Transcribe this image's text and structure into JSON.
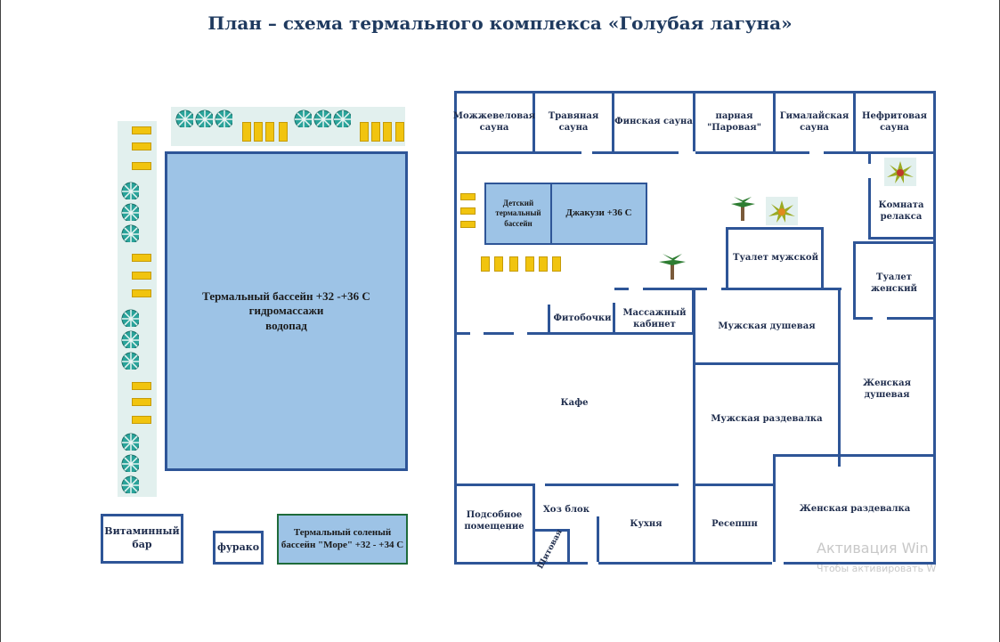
{
  "title": "План – схема термального комплекса «Голубая лагуна»",
  "outdoor": {
    "main_pool": [
      "Термальный бассейн +32 -+36 С",
      "гидромассажи",
      "водопад"
    ],
    "vitamin_bar": [
      "Витаминный",
      "бар"
    ],
    "furako": "фурако",
    "salt_pool": [
      "Термальный соленый",
      "бассейн \"Море\" +32 - +34 С"
    ]
  },
  "indoor": {
    "saunas": [
      [
        "Можжевеловая",
        "сауна"
      ],
      [
        "Травяная сауна"
      ],
      [
        "Финская сауна"
      ],
      [
        "парная",
        "\"Паровая\""
      ],
      [
        "Гималайская",
        "сауна"
      ],
      [
        "Нефритовая",
        "сауна"
      ]
    ],
    "kids_pool": [
      "Детский",
      "термальный",
      "бассейн"
    ],
    "jacuzzi": "Джакузи +36 С",
    "relax_room": [
      "Комната",
      "релакса"
    ],
    "toilet_men": "Туалет мужской",
    "toilet_women": "Туалет женский",
    "phytobarrels": "Фитобочки",
    "massage": [
      "Массажный",
      "кабинет"
    ],
    "shower_men": "Мужская душевая",
    "shower_women": "Женская душевая",
    "cafe": "Кафе",
    "locker_men": "Мужская раздевалка",
    "locker_women": "Женская раздевалка",
    "utility": [
      "Подсобное",
      "помещение"
    ],
    "household": "Хоз блок",
    "panel": "Щитовая",
    "kitchen": "Кухня",
    "reception": "Ресепшн"
  },
  "watermark": {
    "line1": "Активация Win",
    "line2": "Чтобы активировать W"
  },
  "colors": {
    "wall": "#2e5597",
    "pool_fill": "#9dc3e6",
    "deck": "#e2f0ee",
    "lounger": "#f1c40f",
    "umbrella": "#2aa39a"
  }
}
